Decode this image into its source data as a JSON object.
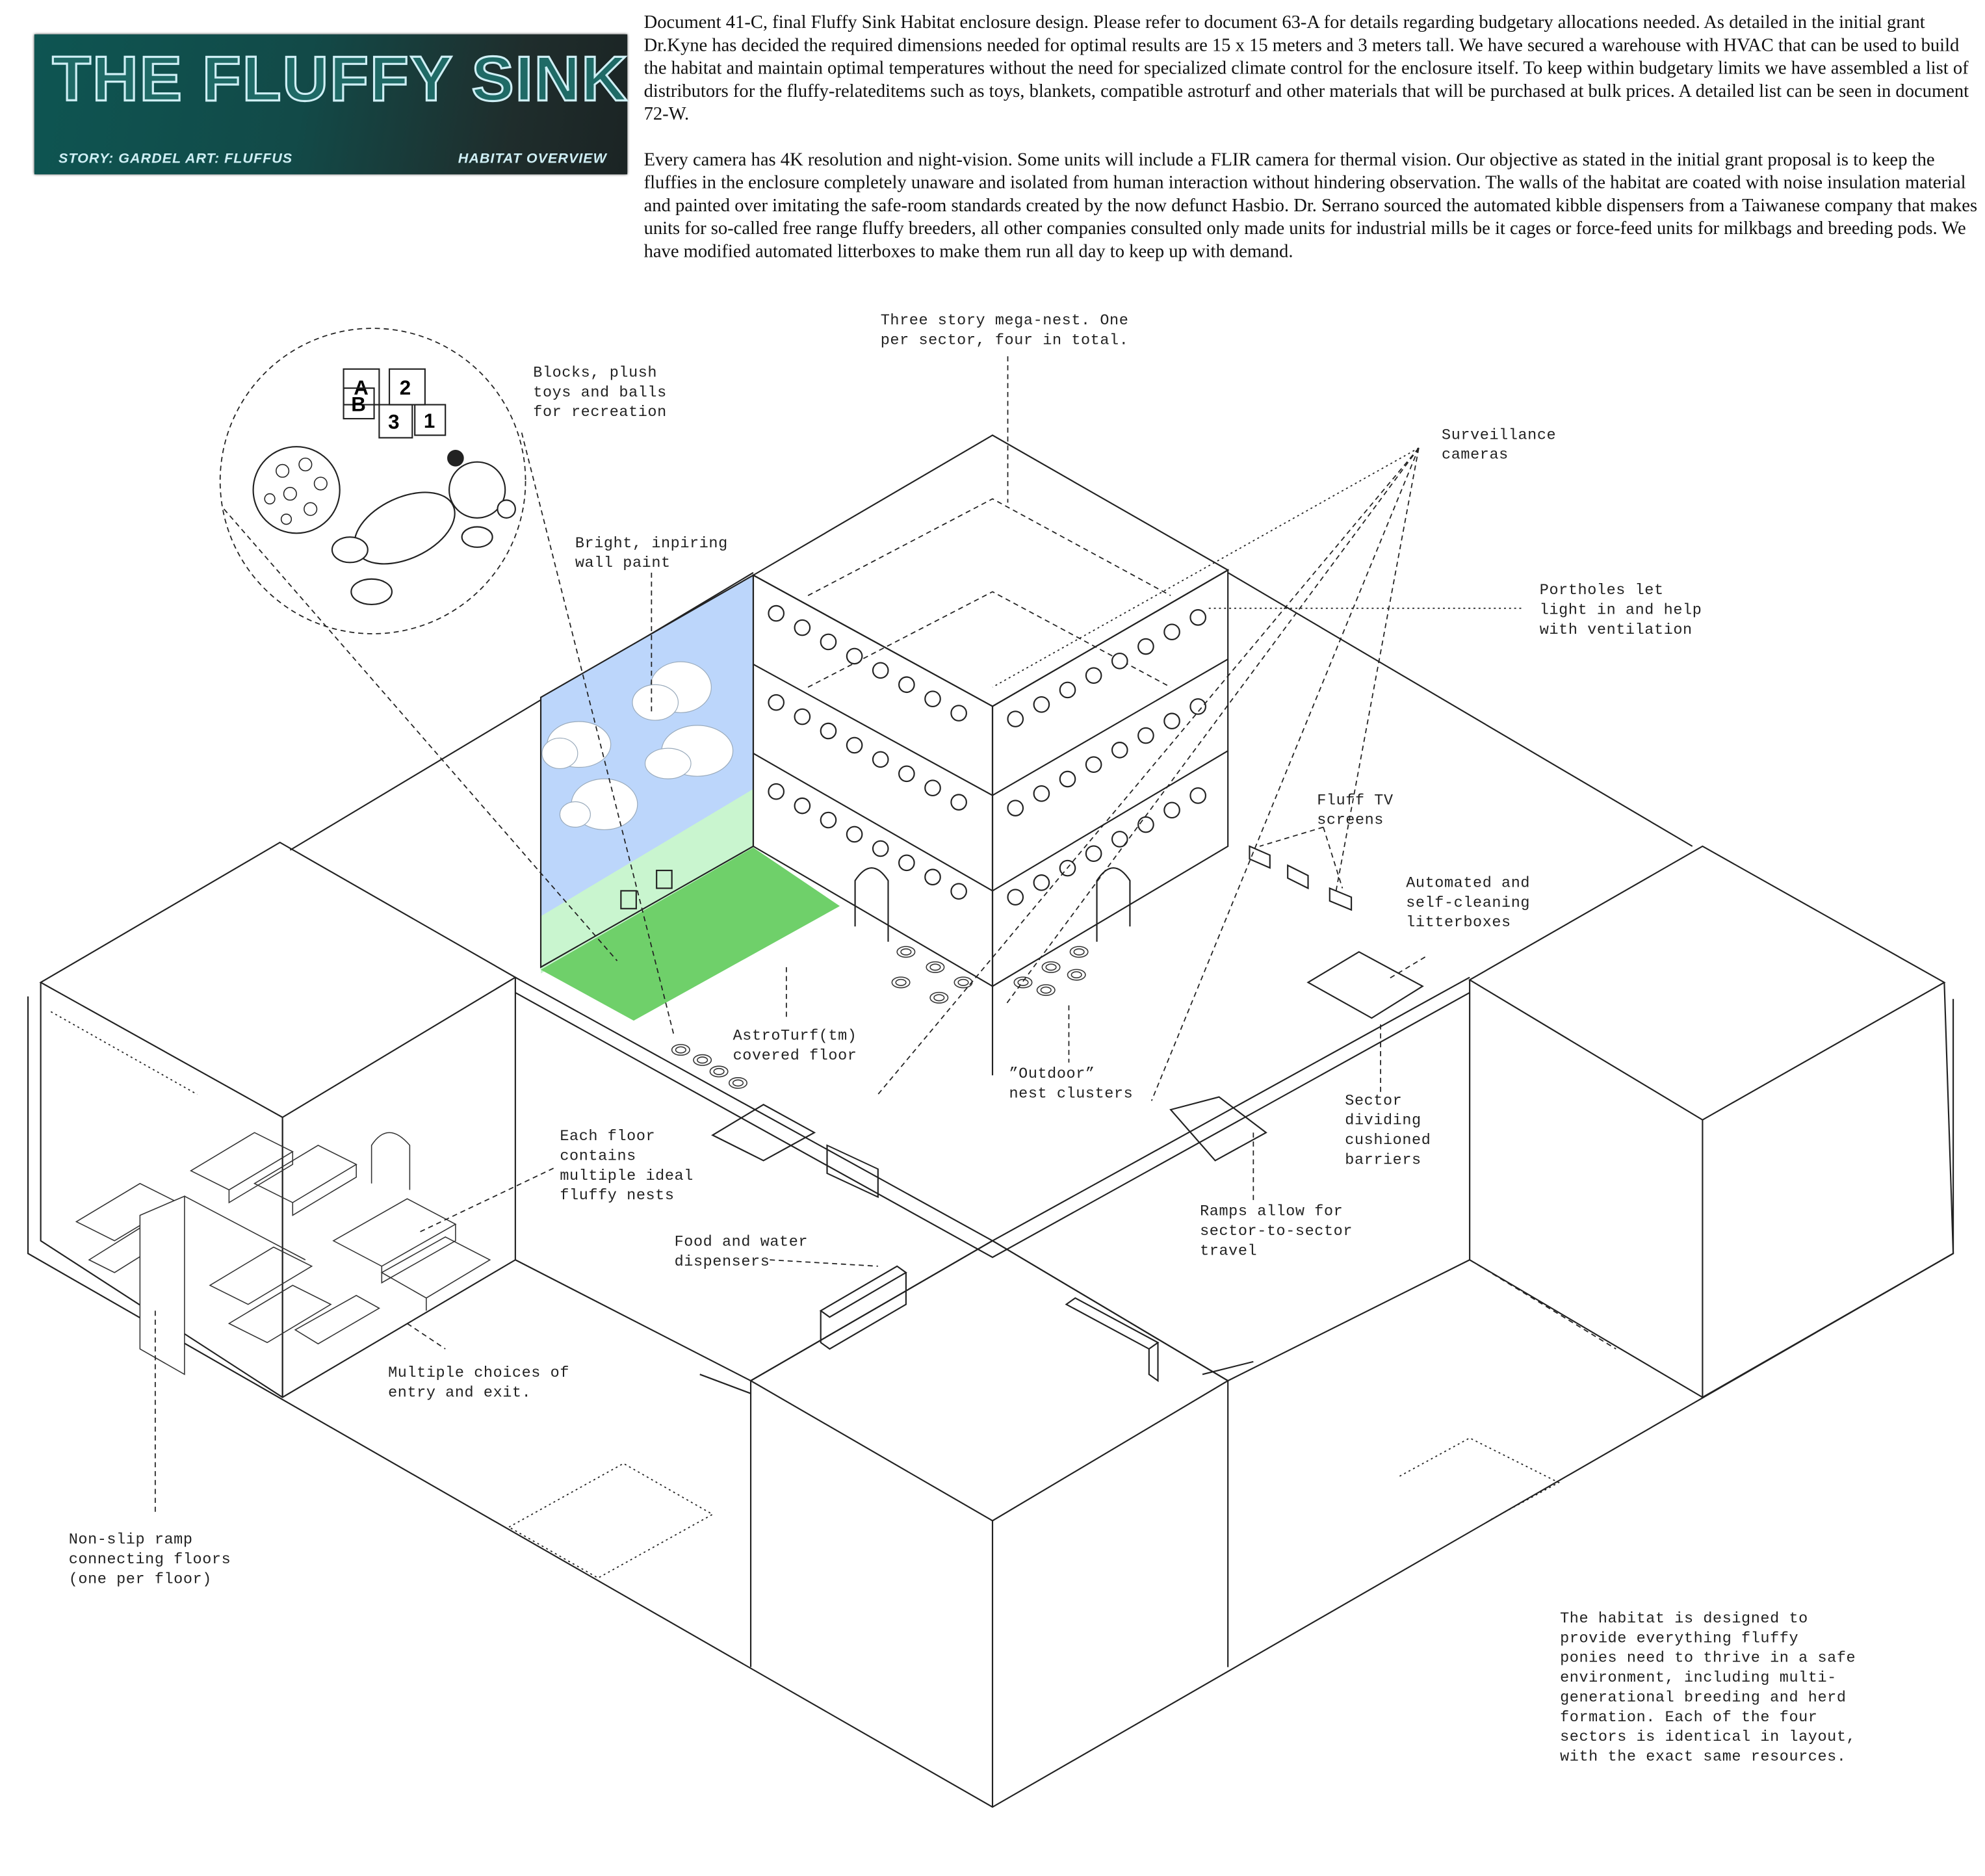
{
  "banner": {
    "title": "THE FLUFFY SINK",
    "credits": "STORY: GARDEL ART: FLUFFUS",
    "section": "HABITAT OVERVIEW"
  },
  "document": {
    "paragraph1": "Document 41-C, final Fluffy Sink Habitat enclosure design. Please refer to document 63-A for details regarding budgetary allocations needed. As detailed in the initial grant Dr.Kyne has decided the required dimensions needed for optimal results are 15 x 15 meters and 3 meters tall. We have secured a warehouse with HVAC that can be used to build the habitat and maintain optimal temperatures without the need for specialized climate control for the enclosure itself. To keep within budgetary limits we have assembled a list of distributors for the fluffy-relateditems such as toys, blankets, compatible astroturf and other materials that will be purchased at bulk prices. A detailed list can be seen in document 72-W.",
    "paragraph2": "Every camera has 4K resolution and night-vision. Some units will include a FLIR camera for thermal vision. Our objective as stated in the initial grant proposal is to keep the fluffies in the enclosure completely unaware and isolated from human interaction without hindering observation. The walls of the habitat are coated with noise insulation material and painted over imitating the safe-room standards created by the now defunct Hasbio. Dr. Serrano sourced the automated kibble dispensers from a Taiwanese company that makes units for so-called free range fluffy breeders, all other companies consulted only made units for industrial mills be it cages or force-feed units for milkbags and breeding pods. We have modified automated litterboxes to make them run all day to keep up with demand."
  },
  "toys": {
    "blocks": [
      "A",
      "B",
      "2",
      "3",
      "1"
    ]
  },
  "labels": {
    "mega_nest": [
      "Three story mega-nest. One",
      "per sector, four in total."
    ],
    "toys": [
      "Blocks, plush",
      "toys and balls",
      "for recreation"
    ],
    "cameras": [
      "Surveillance",
      "cameras"
    ],
    "wall_paint": [
      "Bright, inpiring",
      "wall paint"
    ],
    "portholes": [
      "Portholes let",
      "light in and help",
      "with ventilation"
    ],
    "tv": [
      "Fluff TV",
      "screens"
    ],
    "litterboxes": [
      "Automated and",
      "self-cleaning",
      "litterboxes"
    ],
    "astroturf": [
      "AstroTurf(tm)",
      "covered floor"
    ],
    "outdoor": [
      "”Outdoor”",
      "nest clusters"
    ],
    "barriers": [
      "Sector",
      "dividing",
      "cushioned",
      "barriers"
    ],
    "floor_nests": [
      "Each floor",
      "contains",
      "multiple ideal",
      "fluffy nests"
    ],
    "ramps": [
      "Ramps allow for",
      "sector-to-sector",
      "travel"
    ],
    "dispensers": [
      "Food and water",
      "dispensers"
    ],
    "entry": [
      "Multiple choices of",
      "entry and exit."
    ],
    "ramp": [
      "Non-slip ramp",
      "connecting floors",
      "(one per floor)"
    ],
    "summary": [
      "The habitat is designed to",
      "provide everything fluffy",
      "ponies need to thrive in a safe",
      "environment, including multi-",
      "generational breeding and herd",
      "formation. Each of the four",
      "sectors is identical in layout,",
      "with the exact same resources."
    ]
  },
  "colors": {
    "sky": "#bcd6fb",
    "turf": "#6fd06a",
    "grass": "#c9f5cf",
    "banner": "#124a48"
  }
}
